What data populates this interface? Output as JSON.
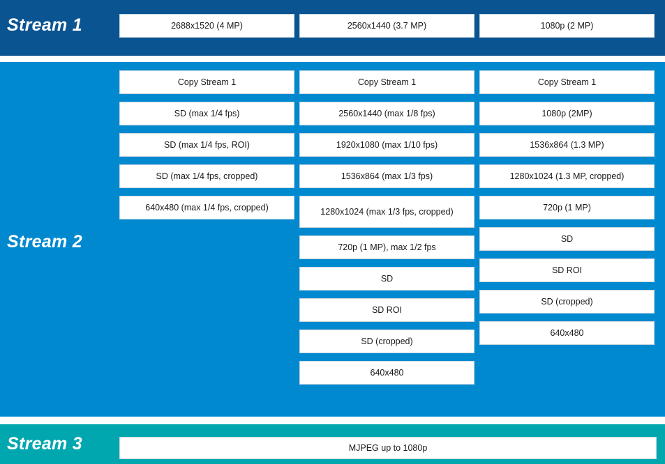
{
  "diagram": {
    "title_hidden": "",
    "colors": {
      "stream1_band": "#0A5491",
      "stream2_band": "#0089CF",
      "stream3_band": "#00A7AE",
      "box_fill": "#FFFFFF",
      "box_text": "#1A1A1A",
      "label_text": "#FFFFFF"
    }
  },
  "stream1": {
    "label": "Stream 1",
    "columns": [
      {
        "items": [
          "2688x1520 (4 MP)"
        ]
      },
      {
        "items": [
          "2560x1440 (3.7 MP)"
        ]
      },
      {
        "items": [
          "1080p (2 MP)"
        ]
      }
    ]
  },
  "stream2": {
    "label": "Stream 2",
    "columns": [
      {
        "items": [
          "Copy Stream 1",
          "SD (max 1/4 fps)",
          "SD (max 1/4 fps, ROI)",
          "SD (max 1/4 fps, cropped)",
          "640x480 (max 1/4 fps, cropped)"
        ]
      },
      {
        "items": [
          "Copy Stream 1",
          "2560x1440 (max 1/8 fps)",
          "1920x1080 (max 1/10 fps)",
          "1536x864 (max 1/3 fps)",
          "1280x1024 (max 1/3 fps, cropped)",
          "720p (1 MP), max 1/2 fps",
          "SD",
          "SD ROI",
          "SD (cropped)",
          "640x480"
        ]
      },
      {
        "items": [
          "Copy Stream 1",
          "1080p (2MP)",
          "1536x864 (1.3 MP)",
          "1280x1024 (1.3 MP, cropped)",
          "720p (1 MP)",
          "SD",
          "SD ROI",
          "SD (cropped)",
          "640x480"
        ]
      }
    ]
  },
  "stream3": {
    "label": "Stream 3",
    "item": "MJPEG up to 1080p"
  }
}
